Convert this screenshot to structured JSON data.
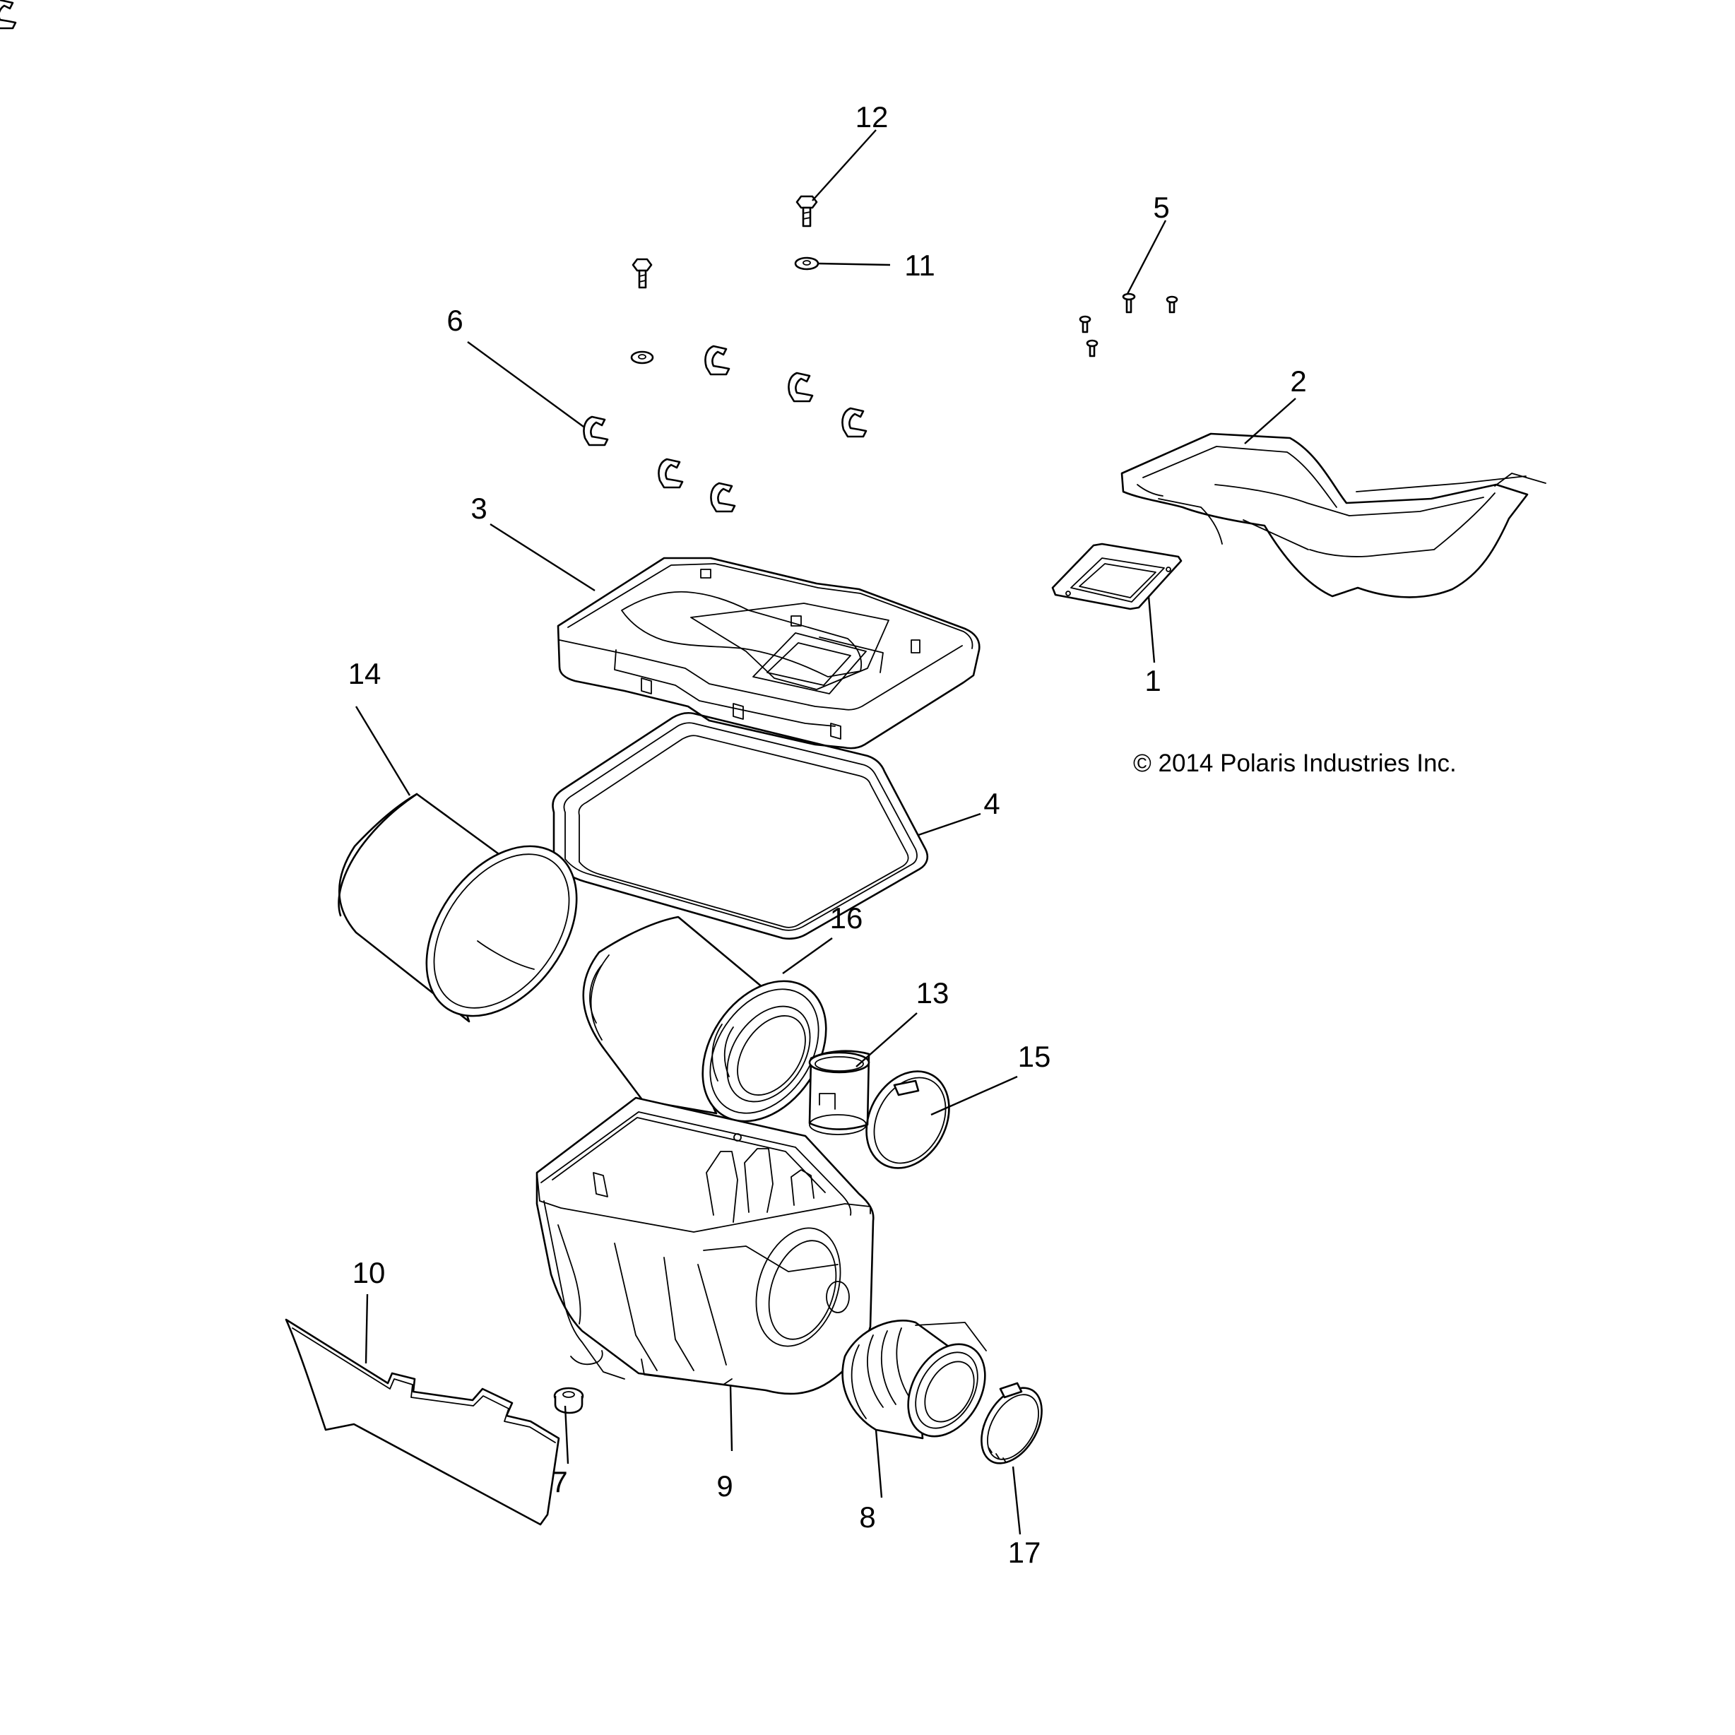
{
  "callouts": {
    "c1": "1",
    "c2": "2",
    "c3": "3",
    "c4": "4",
    "c5": "5",
    "c6": "6",
    "c7": "7",
    "c8": "8",
    "c9": "9",
    "c10": "10",
    "c11": "11",
    "c12": "12",
    "c13": "13",
    "c14": "14",
    "c15": "15",
    "c16": "16",
    "c17": "17"
  },
  "copyright": "© 2014 Polaris Industries Inc."
}
